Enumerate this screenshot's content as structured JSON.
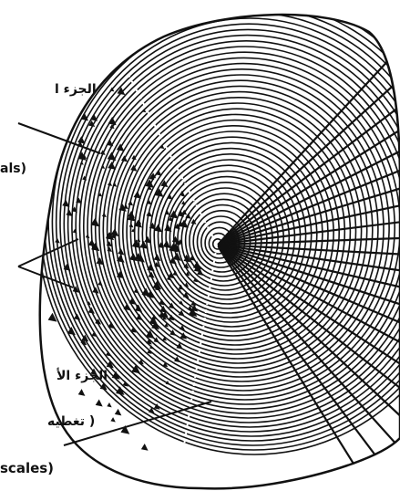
{
  "figure": {
    "labels": {
      "upper_part": "الجزء ا",
      "upper_part_fragment": "als)",
      "lower_part": "الجزء الأ",
      "lower_part_note": "( تغطيه",
      "lower_part_fragment": "scales)"
    },
    "colors": {
      "ink": "#111111",
      "background": "#ffffff"
    }
  }
}
